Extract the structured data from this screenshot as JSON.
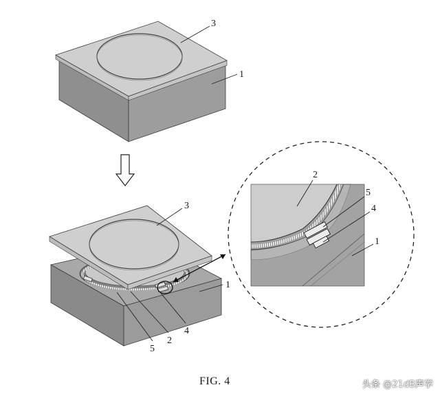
{
  "figure": {
    "caption": "FIG. 4",
    "watermark": "头条 @21dB声学",
    "labels": {
      "top_plate": "3",
      "top_base": "1",
      "bottom_plate": "3",
      "bottom_base": "1",
      "bottom_bracket": "5",
      "bottom_diaphragm": "2",
      "bottom_spring": "4",
      "zoom_diaphragm": "2",
      "zoom_bracket": "5",
      "zoom_spring": "4",
      "zoom_base": "1"
    }
  },
  "colors": {
    "plate_top": "#cfcfcf",
    "plate_edge": "#b8b8b8",
    "base_top": "#9a9a9a",
    "base_front": "#8a8a8a",
    "base_side": "#a6a6a6",
    "line": "#2a2a2a"
  }
}
